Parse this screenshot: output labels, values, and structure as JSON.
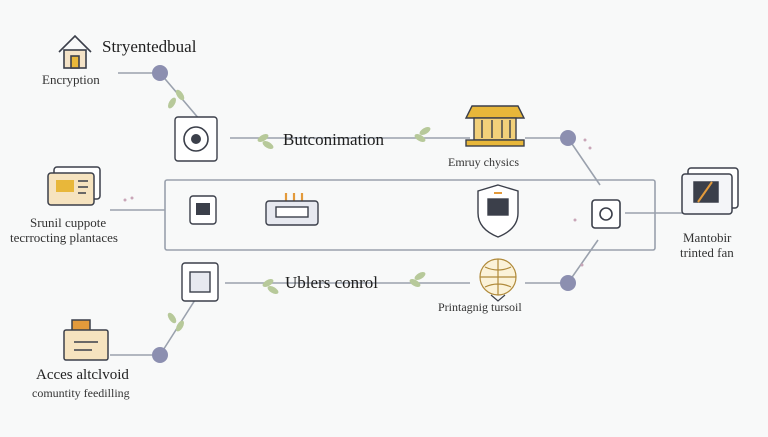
{
  "colors": {
    "line": "#9aa1ad",
    "node": "#8c8fb0",
    "leaf": "#b7c99a",
    "gold": "#e8b73a",
    "orange": "#e39a3b",
    "dark": "#3b3f4a"
  },
  "labels": {
    "top_left_title": "Stryentedbual",
    "top_left_caption": "Encryption",
    "center_top_title": "Butconimation",
    "center_top_caption": "Emruy chysics",
    "left_mid_line1": "Srunil cuppote",
    "left_mid_line2": "tecrrocting plantaces",
    "right_mid_line1": "Mantobir",
    "right_mid_line2": "trinted fan",
    "center_bottom_title": "Ublers conrol",
    "center_bottom_caption": "Printagnig tursoil",
    "bottom_left_title": "Acces altclvoid",
    "bottom_left_caption": "comuntity feedilling"
  },
  "icons": [
    "house-icon",
    "pillar-icon",
    "document-stack-icon",
    "router-icon",
    "shield-icon",
    "device-icon",
    "folder-icon",
    "globe-icon",
    "chip-icon"
  ]
}
